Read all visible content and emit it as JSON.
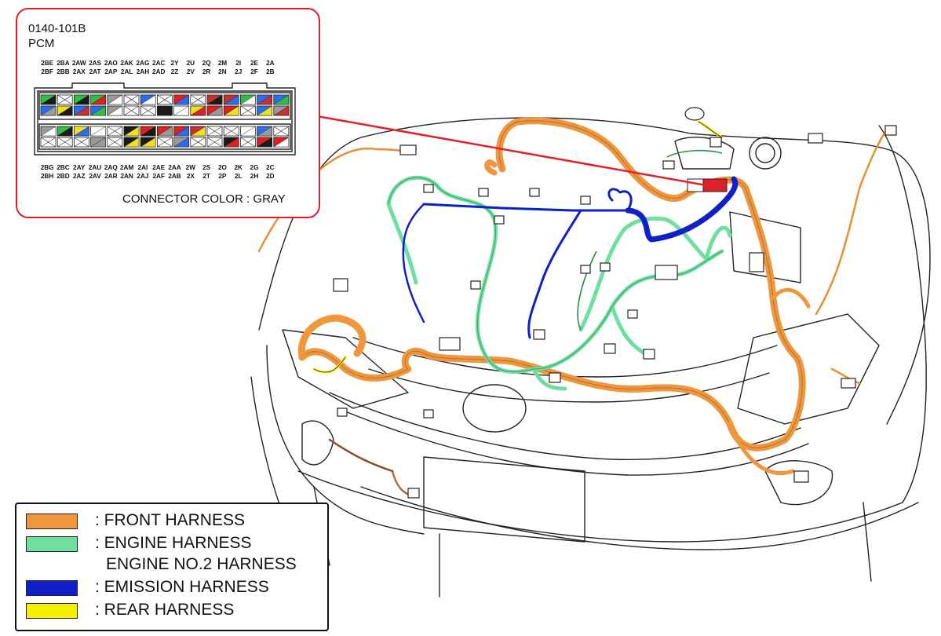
{
  "callout": {
    "connector_id": "0140-101B",
    "connector_name": "PCM",
    "top_pins_row1": [
      "2BE",
      "2BA",
      "2AW",
      "2AS",
      "2AO",
      "2AK",
      "2AG",
      "2AC",
      "2Y",
      "2U",
      "2Q",
      "2M",
      "2I",
      "2E",
      "2A"
    ],
    "top_pins_row2": [
      "2BF",
      "2BB",
      "2AX",
      "2AT",
      "2AP",
      "2AL",
      "2AH",
      "2AD",
      "2Z",
      "2V",
      "2R",
      "2N",
      "2J",
      "2F",
      "2B"
    ],
    "bottom_pins_row1": [
      "2BG",
      "2BC",
      "2AY",
      "2AU",
      "2AQ",
      "2AM",
      "2AI",
      "2AE",
      "2AA",
      "2W",
      "2S",
      "2O",
      "2K",
      "2G",
      "2C"
    ],
    "bottom_pins_row2": [
      "2BH",
      "2BD",
      "2AZ",
      "2AV",
      "2AR",
      "2AN",
      "2AJ",
      "2AF",
      "2AB",
      "2X",
      "2T",
      "2P",
      "2L",
      "2H",
      "2D"
    ],
    "connector_color_text": "CONNECTOR COLOR : GRAY"
  },
  "legend": {
    "items": [
      {
        "text": ": FRONT HARNESS",
        "color": "#f0963c"
      },
      {
        "text": ": ENGINE HARNESS",
        "color": "#6de0a0"
      },
      {
        "text": "ENGINE NO.2 HARNESS",
        "color": null
      },
      {
        "text": ": EMISSION HARNESS",
        "color": "#1020c8"
      },
      {
        "text": ": REAR HARNESS",
        "color": "#f5f000"
      }
    ]
  },
  "colors": {
    "front": "#f0963c",
    "engine": "#6de0a0",
    "emission": "#1020c8",
    "rear": "#f5f000",
    "callout_border": "#e0202a",
    "pcm_highlight": "#e0202a"
  }
}
